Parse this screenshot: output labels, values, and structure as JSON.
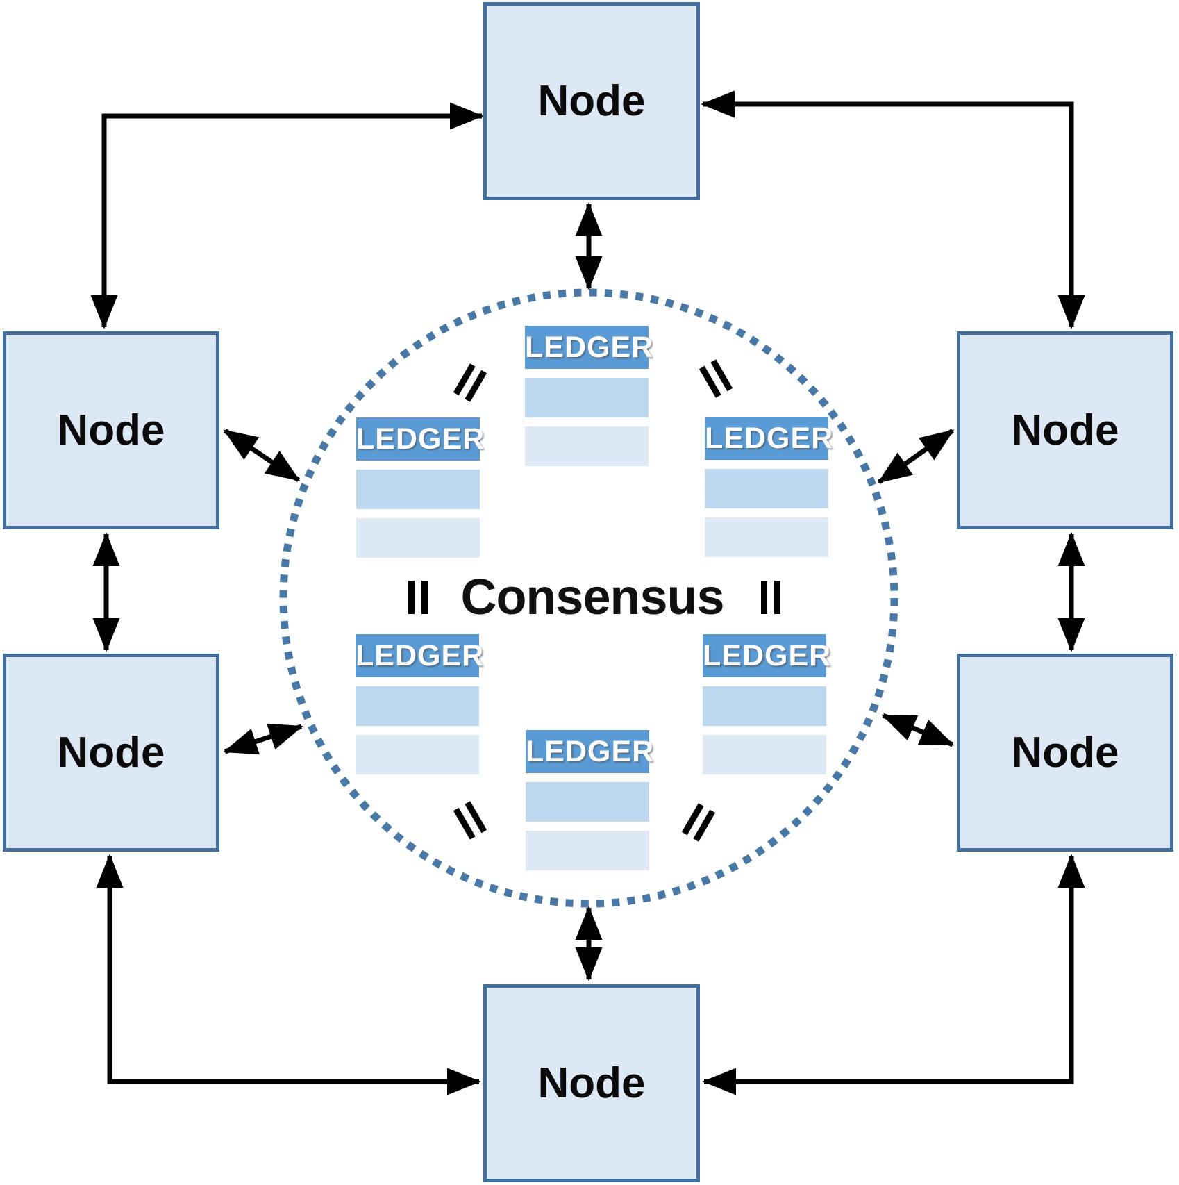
{
  "diagram": {
    "consensus_label": "Consensus",
    "nodes": [
      {
        "id": "top",
        "label": "Node"
      },
      {
        "id": "upper-left",
        "label": "Node"
      },
      {
        "id": "upper-right",
        "label": "Node"
      },
      {
        "id": "lower-left",
        "label": "Node"
      },
      {
        "id": "lower-right",
        "label": "Node"
      },
      {
        "id": "bottom",
        "label": "Node"
      }
    ],
    "ledgers": [
      {
        "id": "top-center",
        "label": "LEDGER",
        "blank_rows": 2
      },
      {
        "id": "upper-left",
        "label": "LEDGER",
        "blank_rows": 2
      },
      {
        "id": "upper-right",
        "label": "LEDGER",
        "blank_rows": 2
      },
      {
        "id": "lower-left",
        "label": "LEDGER",
        "blank_rows": 2
      },
      {
        "id": "lower-right",
        "label": "LEDGER",
        "blank_rows": 2
      },
      {
        "id": "bottom-center",
        "label": "LEDGER",
        "blank_rows": 2
      }
    ],
    "icons": {
      "equals_mark": "=",
      "double_arrow": "↔"
    },
    "colors": {
      "node_fill": "#dde8f5",
      "node_border": "#426f9e",
      "node_text": "#0a0a0a",
      "ledger_header": "#5b9bd5",
      "ledger_text": "#ffffff",
      "ledger_row_light": "#bdd7ee",
      "ledger_row_lighter": "#dde9f5",
      "circle_dots": "#4878a5",
      "connector": "#000000",
      "consensus_text": "#111111",
      "background": "#ffffff"
    }
  }
}
